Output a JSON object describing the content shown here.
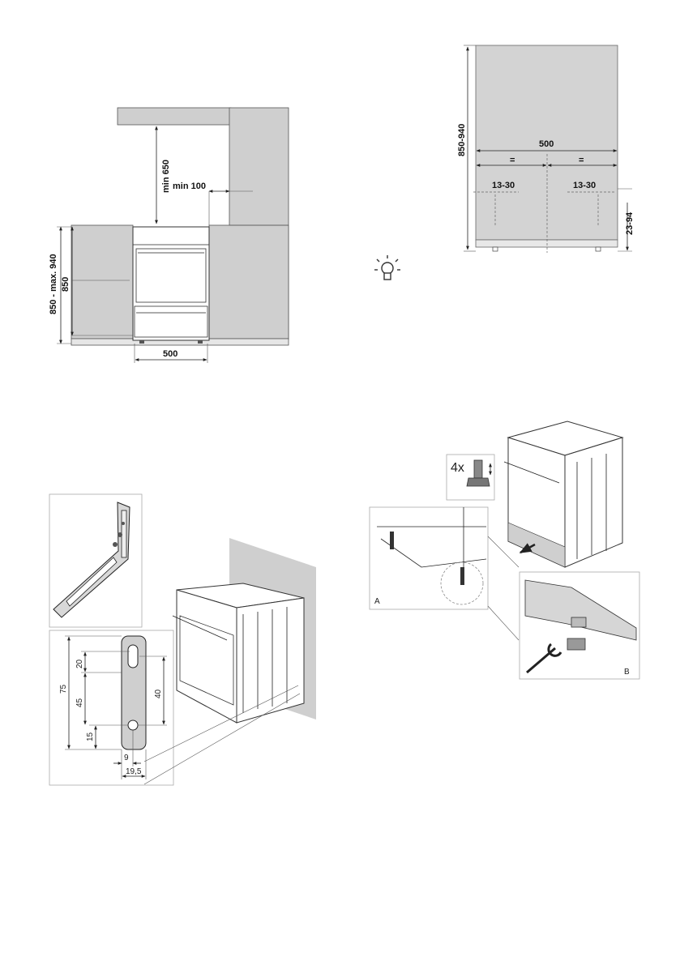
{
  "fig_install": {
    "min_650": "min 650",
    "min_100": "min 100",
    "height_range": "850 - max. 940",
    "height": "850",
    "width": "500"
  },
  "fig_front": {
    "height_range": "850-940",
    "width": "500",
    "equal_left": "=",
    "equal_right": "=",
    "range_left": "13-30",
    "range_right": "13-30",
    "feet_range": "23-94"
  },
  "fig_bracket": {
    "dim_75": "75",
    "dim_20": "20",
    "dim_45": "45",
    "dim_15": "15",
    "dim_40": "40",
    "dim_9": "9",
    "dim_19_5": "19,5"
  },
  "fig_feet": {
    "qty": "4x",
    "label_a": "A",
    "label_b": "B"
  },
  "icons": {
    "tip": "lightbulb-icon"
  }
}
